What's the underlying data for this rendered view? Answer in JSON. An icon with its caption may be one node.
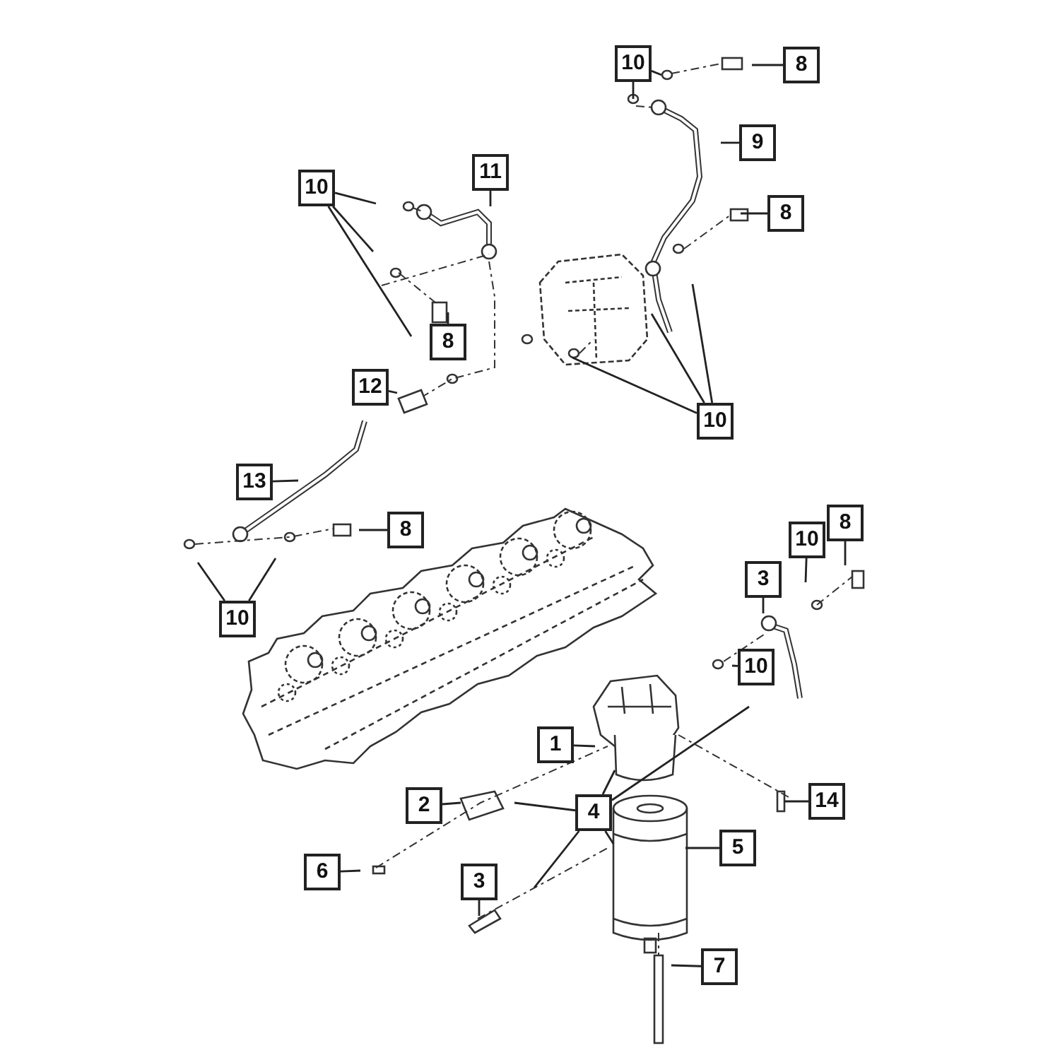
{
  "diagram": {
    "nodes": [
      {
        "text": [
          "10"
        ]
      },
      {
        "text": [
          "8"
        ]
      },
      {
        "text": [
          "9"
        ]
      },
      {
        "text": [
          "11"
        ]
      },
      {
        "text": [
          "10"
        ]
      },
      {
        "text": [
          "8"
        ]
      },
      {
        "text": [
          "8"
        ]
      },
      {
        "text": [
          "12"
        ]
      },
      {
        "text": [
          "10"
        ]
      },
      {
        "text": [
          "13"
        ]
      },
      {
        "text": [
          "8"
        ]
      },
      {
        "text": [
          "10"
        ]
      },
      {
        "text": [
          "8"
        ]
      },
      {
        "text": [
          "10"
        ]
      },
      {
        "text": [
          "3"
        ]
      },
      {
        "text": [
          "10"
        ]
      },
      {
        "text": [
          "1"
        ]
      },
      {
        "text": [
          "2"
        ]
      },
      {
        "text": [
          "4"
        ]
      },
      {
        "text": [
          "14"
        ]
      },
      {
        "text": [
          "5"
        ]
      },
      {
        "text": [
          "6"
        ]
      },
      {
        "text": [
          "3"
        ]
      },
      {
        "text": [
          "7"
        ]
      }
    ],
    "edges": [
      {
        "from": 0,
        "to": null,
        "arrow": "none"
      },
      {
        "from": 0,
        "to": null,
        "arrow": "none"
      },
      {
        "from": 1,
        "to": null,
        "arrow": "none"
      },
      {
        "from": 2,
        "to": null,
        "arrow": "none"
      },
      {
        "from": 3,
        "to": null,
        "arrow": "none"
      },
      {
        "from": 4,
        "to": null,
        "arrow": "none"
      },
      {
        "from": 4,
        "to": null,
        "arrow": "none"
      },
      {
        "from": 4,
        "to": null,
        "arrow": "none"
      },
      {
        "from": 5,
        "to": null,
        "arrow": "none"
      },
      {
        "from": 6,
        "to": null,
        "arrow": "none"
      },
      {
        "from": 7,
        "to": null,
        "arrow": "none"
      },
      {
        "from": 8,
        "to": null,
        "arrow": "none"
      },
      {
        "from": 8,
        "to": null,
        "arrow": "none"
      },
      {
        "from": 8,
        "to": null,
        "arrow": "none"
      },
      {
        "from": 9,
        "to": null,
        "arrow": "none"
      },
      {
        "from": 10,
        "to": null,
        "arrow": "none"
      },
      {
        "from": 11,
        "to": null,
        "arrow": "none"
      },
      {
        "from": 11,
        "to": null,
        "arrow": "none"
      },
      {
        "from": 12,
        "to": null,
        "arrow": "none"
      },
      {
        "from": 13,
        "to": null,
        "arrow": "none"
      },
      {
        "from": 14,
        "to": null,
        "arrow": "none"
      },
      {
        "from": 15,
        "to": null,
        "arrow": "none"
      },
      {
        "from": 16,
        "to": null,
        "arrow": "none"
      },
      {
        "from": 17,
        "to": null,
        "arrow": "none"
      },
      {
        "from": 18,
        "to": null,
        "arrow": "none"
      },
      {
        "from": 18,
        "to": null,
        "arrow": "none"
      },
      {
        "from": 18,
        "to": null,
        "arrow": "none"
      },
      {
        "from": 18,
        "to": null,
        "arrow": "none"
      },
      {
        "from": 18,
        "to": null,
        "arrow": "none"
      },
      {
        "from": 19,
        "to": null,
        "arrow": "none"
      },
      {
        "from": 20,
        "to": null,
        "arrow": "none"
      },
      {
        "from": 21,
        "to": null,
        "arrow": "none"
      },
      {
        "from": 22,
        "to": null,
        "arrow": "none"
      },
      {
        "from": 23,
        "to": null,
        "arrow": "none"
      }
    ]
  }
}
